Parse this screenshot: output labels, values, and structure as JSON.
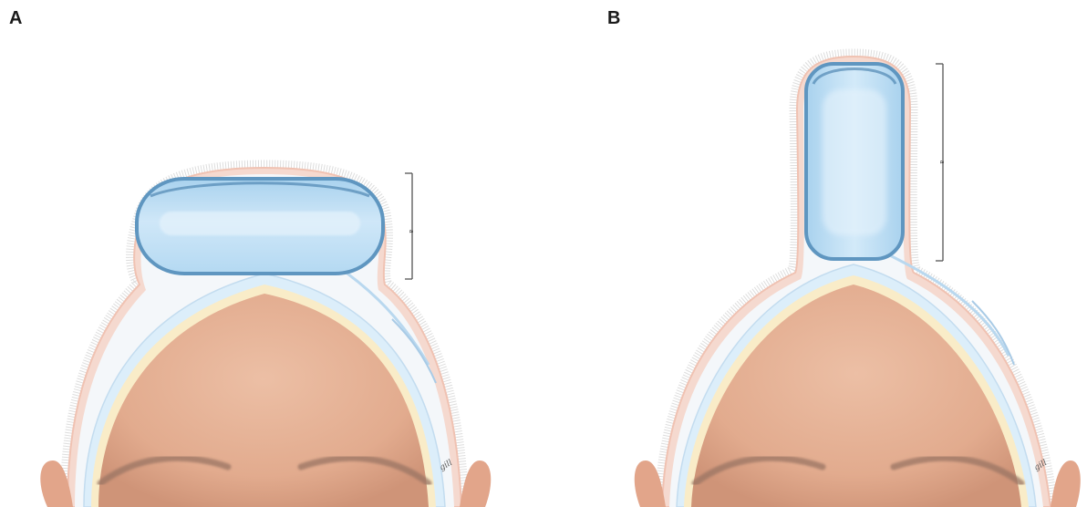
{
  "panels": [
    {
      "label": "A",
      "expander_shape": "wide-flat",
      "measure_label": "a"
    },
    {
      "label": "B",
      "expander_shape": "tall-narrow",
      "measure_label": "a"
    }
  ],
  "signature": "gill",
  "colors": {
    "skin": "#e9b79b",
    "skin_shadow": "#cf9478",
    "expander_fill": "#bfe0f5",
    "expander_rim": "#5f96c0",
    "scalp_layer": "#dceefa",
    "bone_layer": "#f9ecc8",
    "hair": "#c8c8c8",
    "brow": "#8c6a5a",
    "measure_line": "#555555"
  }
}
